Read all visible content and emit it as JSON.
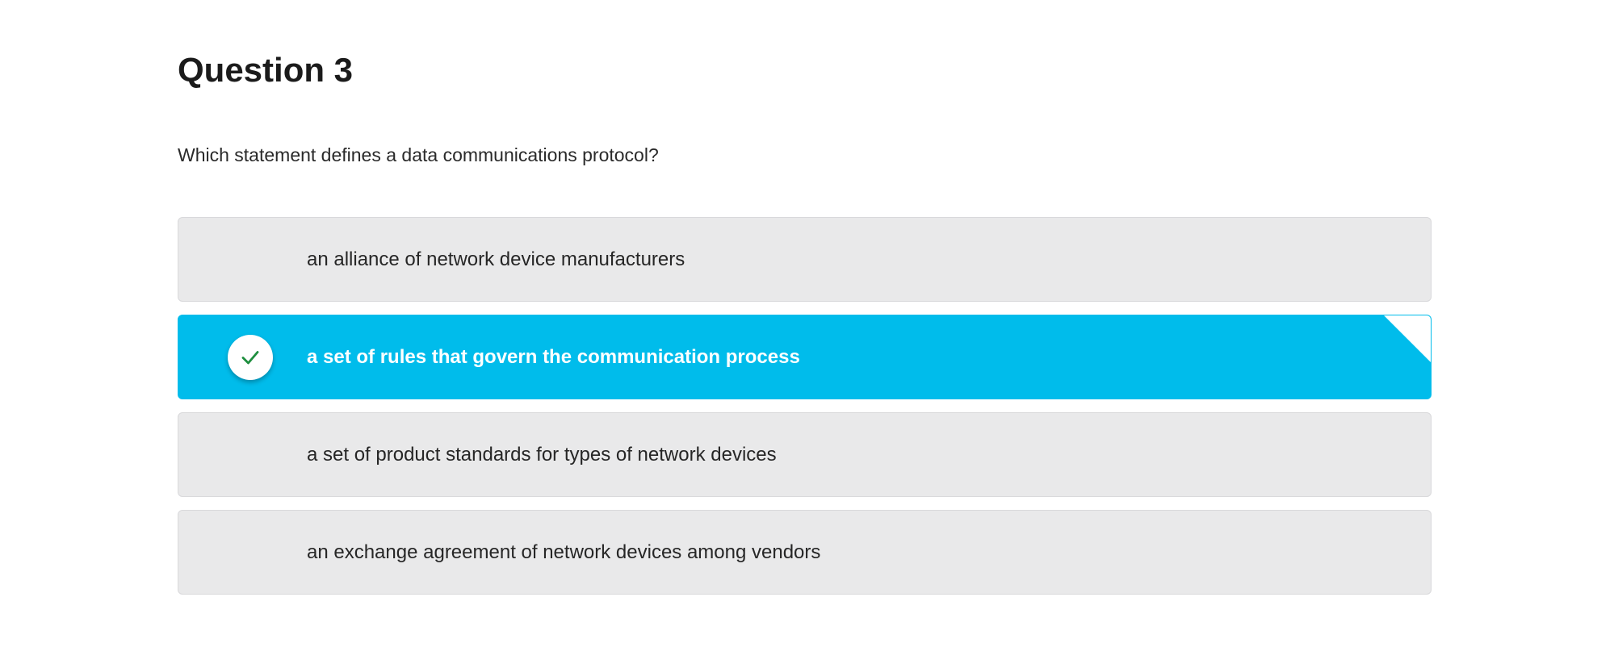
{
  "question": {
    "title": "Question 3",
    "prompt": "Which statement defines a data communications protocol?"
  },
  "options": [
    {
      "label": "an alliance of network device manufacturers",
      "selected": false
    },
    {
      "label": "a set of rules that govern the communication process",
      "selected": true
    },
    {
      "label": "a set of product standards for types of network devices",
      "selected": false
    },
    {
      "label": "an exchange agreement of network devices among vendors",
      "selected": false
    }
  ],
  "colors": {
    "selected_background": "#00bceb",
    "option_background": "#e9e9ea",
    "check_mark": "#1e8e3e"
  },
  "icons": {
    "selected_marker": "checkmark-icon"
  }
}
